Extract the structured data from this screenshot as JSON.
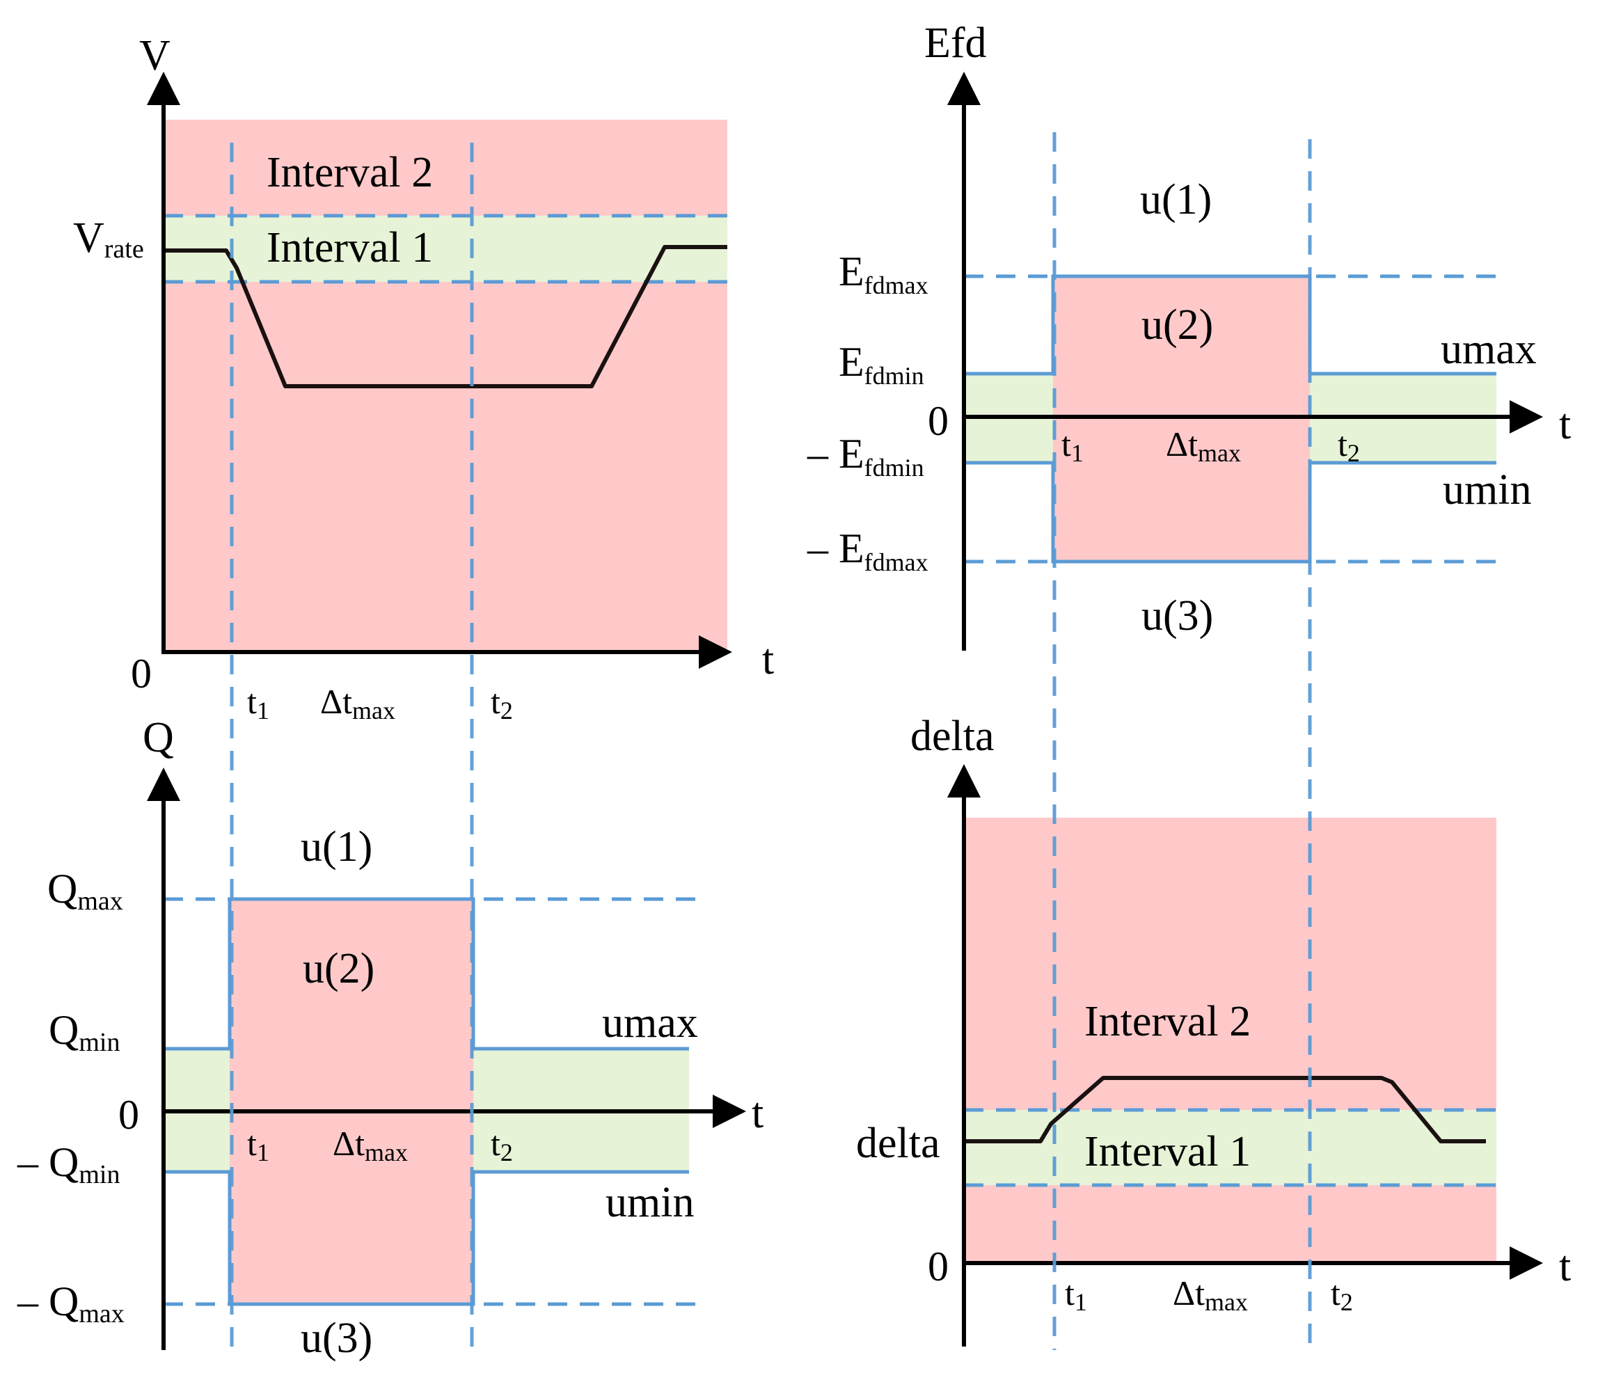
{
  "colors": {
    "interval2_fill": "#ffc9c9",
    "interval1_fill": "#e6f3d6",
    "limit_line": "#5b9bd5",
    "curve": "#1a1111",
    "axis": "#000000"
  },
  "panel_v": {
    "y_axis": "V",
    "x_axis": "t",
    "origin": "0",
    "v_rate_main": "V",
    "v_rate_sub": "rate",
    "interval2": "Interval 2",
    "interval1": "Interval 1",
    "t1_main": "t",
    "t1_sub": "1",
    "dt_main": "Δt",
    "dt_sub": "max",
    "t2_main": "t",
    "t2_sub": "2"
  },
  "panel_efd": {
    "y_axis": "Efd",
    "x_axis": "t",
    "origin": "0",
    "u1": "u(1)",
    "u2": "u(2)",
    "u3": "u(3)",
    "umax": "umax",
    "umin": "umin",
    "efdmax_main": "E",
    "efdmax_sub": "fdmax",
    "efdmin_main": "E",
    "efdmin_sub": "fdmin",
    "neg_efdmin_main": "– E",
    "neg_efdmin_sub": "fdmin",
    "neg_efdmax_main": "– E",
    "neg_efdmax_sub": "fdmax",
    "t1_main": "t",
    "t1_sub": "1",
    "dt_main": "Δt",
    "dt_sub": "max",
    "t2_main": "t",
    "t2_sub": "2"
  },
  "panel_q": {
    "y_axis": "Q",
    "x_axis": "t",
    "origin": "0",
    "u1": "u(1)",
    "u2": "u(2)",
    "u3": "u(3)",
    "umax": "umax",
    "umin": "umin",
    "qmax_main": "Q",
    "qmax_sub": "max",
    "qmin_main": "Q",
    "qmin_sub": "min",
    "neg_qmin_main": "– Q",
    "neg_qmin_sub": "min",
    "neg_qmax_main": "– Q",
    "neg_qmax_sub": "max",
    "t1_main": "t",
    "t1_sub": "1",
    "dt_main": "Δt",
    "dt_sub": "max",
    "t2_main": "t",
    "t2_sub": "2"
  },
  "panel_delta": {
    "y_axis": "delta",
    "x_axis": "t",
    "origin": "0",
    "delta_level": "delta",
    "interval2": "Interval 2",
    "interval1": "Interval 1",
    "t1_main": "t",
    "t1_sub": "1",
    "dt_main": "Δt",
    "dt_sub": "max",
    "t2_main": "t",
    "t2_sub": "2"
  }
}
